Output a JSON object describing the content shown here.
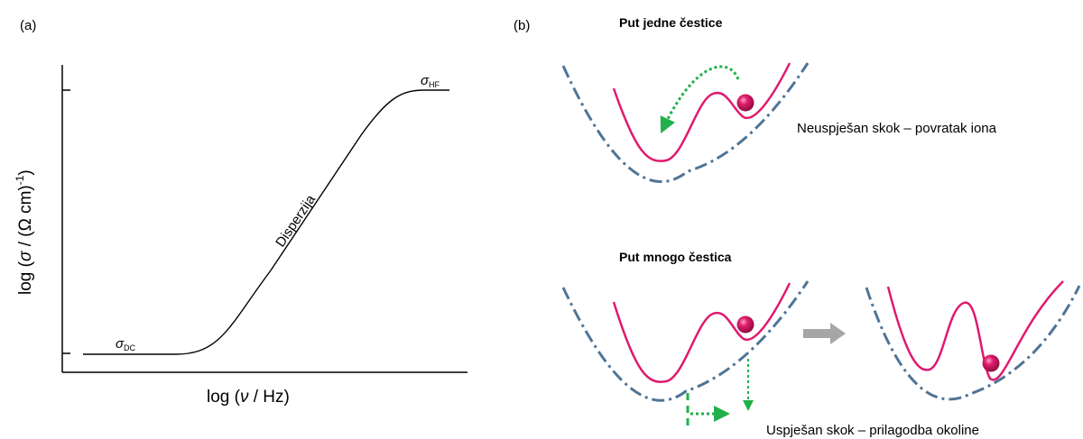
{
  "panel_a": {
    "panel_label": "(a)",
    "x_axis_label": {
      "prefix": "log (",
      "symbol": "ν",
      "suffix": " / Hz)"
    },
    "y_axis_label": {
      "prefix": "log (",
      "symbol": "σ",
      "mid": " / (Ω cm)",
      "sup": "-1",
      "suffix": ")"
    },
    "curve_label": "Disperzija",
    "sigma_dc": {
      "symbol": "σ",
      "sub": "DC"
    },
    "sigma_hf": {
      "symbol": "σ",
      "sub": "HF"
    }
  },
  "panel_b": {
    "panel_label": "(b)",
    "top_title": "Put jedne čestice",
    "top_caption": "Neuspješan skok – povratak iona",
    "bottom_title": "Put mnogo čestica",
    "bottom_caption": "Uspješan skok – prilagodba okoline"
  },
  "colors": {
    "well": "#e0196e",
    "envelope": "#4f7597",
    "arrow_green": "#21b04b",
    "arrow_gray": "#a6a6a6",
    "ion": "#d3145f",
    "axis": "#000000"
  }
}
